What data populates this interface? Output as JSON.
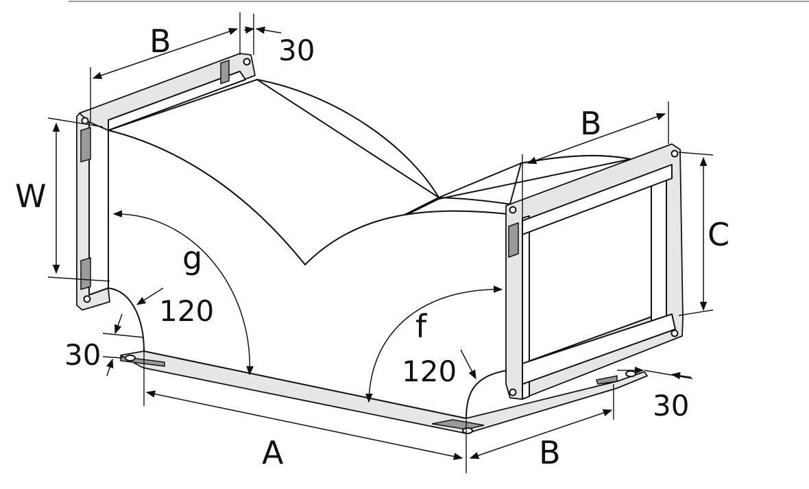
{
  "labels": {
    "A": "A",
    "B_top": "B",
    "B_right": "B",
    "B_bottom": "B",
    "C": "C",
    "W": "W",
    "g": "g",
    "f": "f",
    "dim_30_top": "30",
    "dim_30_left": "30",
    "dim_30_right": "30",
    "dim_120_left": "120",
    "dim_120_right": "120"
  },
  "colors": {
    "line": "#111111",
    "flange_fill": "#e6e6e6",
    "body_fill": "#ffffff"
  }
}
